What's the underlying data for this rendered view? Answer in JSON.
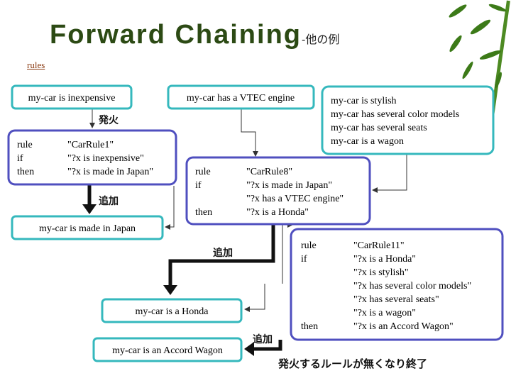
{
  "title": "Forward Chaining",
  "title_suffix": "-他の例",
  "rules_link": "rules",
  "facts": {
    "inexpensive": "my-car is inexpensive",
    "vtec": "my-car has a VTEC engine",
    "stylish_block": [
      "my-car is stylish",
      "my-car has several color models",
      "my-car has several seats",
      "my-car is a wagon"
    ],
    "made_in_japan": "my-car is made in Japan",
    "honda": "my-car is a Honda",
    "accord_wagon": "my-car is an Accord Wagon"
  },
  "rule1": {
    "rows": [
      [
        "rule",
        "\"CarRule1\""
      ],
      [
        "if",
        "\"?x is inexpensive\""
      ],
      [
        "then",
        "\"?x is made in Japan\""
      ]
    ]
  },
  "rule8": {
    "rows": [
      [
        "rule",
        "\"CarRule8\""
      ],
      [
        "if",
        "\"?x is made in Japan\""
      ],
      [
        "",
        "\"?x has a VTEC engine\""
      ],
      [
        "then",
        "\"?x is a Honda\""
      ]
    ]
  },
  "rule11": {
    "rows": [
      [
        "rule",
        "\"CarRule11\""
      ],
      [
        "if",
        "\"?x is a Honda\""
      ],
      [
        "",
        "\"?x is stylish\""
      ],
      [
        "",
        "\"?x has several color models\""
      ],
      [
        "",
        "\"?x has several seats\""
      ],
      [
        "",
        "\"?x is a wagon\""
      ],
      [
        "then",
        "\"?x is an Accord Wagon\""
      ]
    ]
  },
  "labels": {
    "fire": "発火",
    "add1": "追加",
    "add2": "追加",
    "add3": "追加",
    "end": "発火するルールが無くなり終了"
  },
  "colors": {
    "fact_border": "#35b8bd",
    "rule_border": "#4f4fbf",
    "title": "#2c4a14",
    "link": "#8a3b12"
  }
}
